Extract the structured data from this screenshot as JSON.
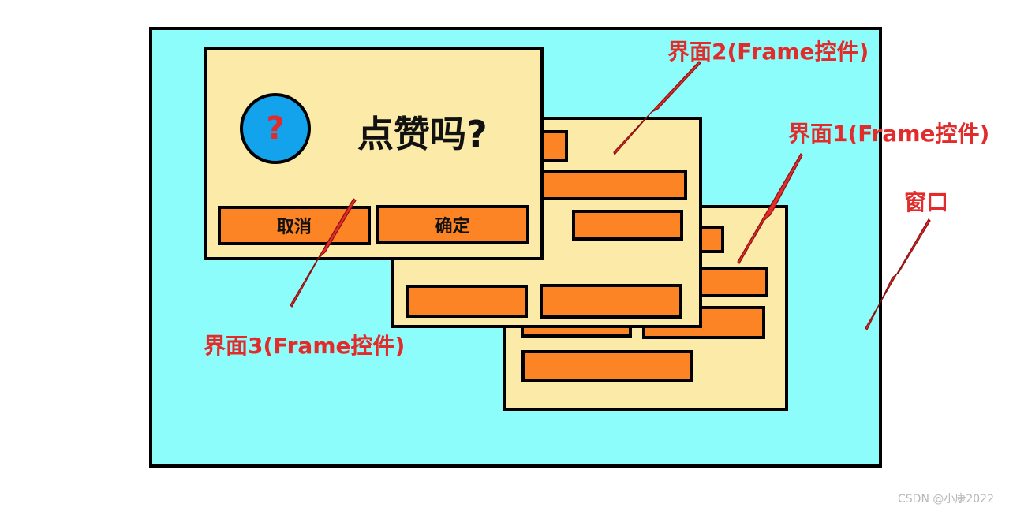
{
  "labels": {
    "window": "窗口",
    "frame1": "界面1(Frame控件)",
    "frame2": "界面2(Frame控件)",
    "frame3": "界面3(Frame控件)"
  },
  "dialog": {
    "icon": "?",
    "title": "点赞吗?",
    "cancel": "取消",
    "ok": "确定"
  },
  "watermark": "CSDN @小康2022",
  "colors": {
    "window_bg": "#8cfdfb",
    "frame_bg": "#fceba8",
    "bar": "#fc8424",
    "icon_bg": "#13a2ec",
    "annotation": "#e22b2b"
  }
}
